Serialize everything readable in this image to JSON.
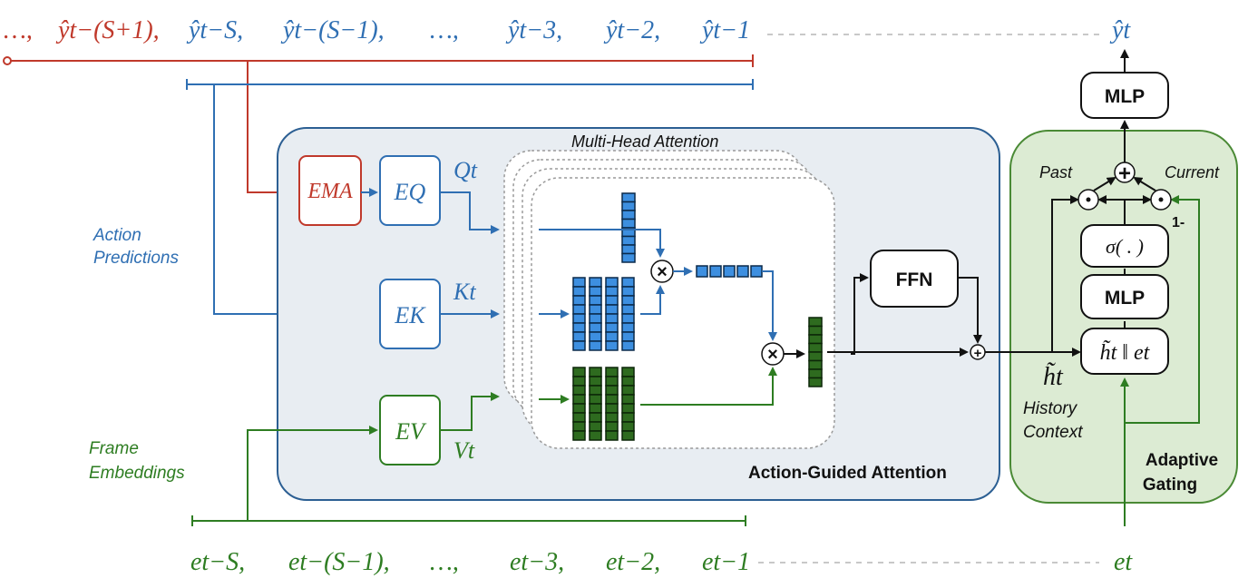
{
  "colors": {
    "red": "#c0392b",
    "blue": "#2f6fb3",
    "cell_blue": "#3d8fe0",
    "green": "#2e7d22",
    "cell_green": "#2e6b1f",
    "aga_bg": "#e8edf2",
    "aga_border": "#2c5f93",
    "gate_bg": "#dcebd3",
    "gate_border": "#4a8a35"
  },
  "top_sequence": {
    "red_prefix": "…,",
    "red_item": "ŷt−(S+1),",
    "blue_items": [
      "ŷt−S,",
      "ŷt−(S−1),",
      "…,",
      "ŷt−3,",
      "ŷt−2,",
      "ŷt−1"
    ],
    "output": "ŷt"
  },
  "bottom_sequence": {
    "items": [
      "et−S,",
      "et−(S−1),",
      "…,",
      "et−3,",
      "et−2,",
      "et−1"
    ],
    "current": "et"
  },
  "side_labels": {
    "action_line1": "Action",
    "action_line2": "Predictions",
    "frame_line1": "Frame",
    "frame_line2": "Embeddings"
  },
  "aga": {
    "title": "Action-Guided Attention",
    "ema": "EMA",
    "eq": "EQ",
    "ek": "EK",
    "ev": "EV",
    "qt": "Qt",
    "kt": "Kt",
    "vt": "Vt",
    "mha_title": "Multi-Head Attention",
    "ffn": "FFN"
  },
  "gating": {
    "title_line1": "Adaptive",
    "title_line2": "Gating",
    "mlp_top": "MLP",
    "mlp_mid": "MLP",
    "sigma": "σ( . )",
    "concat": "h̃t ‖ et",
    "past": "Past",
    "current": "Current",
    "one_minus": "1-",
    "h_tilde": "h̃t",
    "history_line1": "History",
    "history_line2": "Context"
  }
}
